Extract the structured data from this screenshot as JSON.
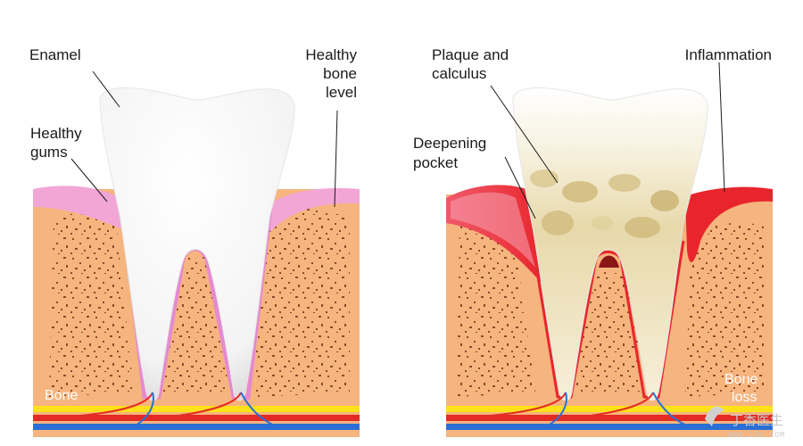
{
  "healthy": {
    "enamel": "Enamel",
    "healthy_gums_line1": "Healthy",
    "healthy_gums_line2": "gums",
    "healthy_bone_line1": "Healthy",
    "healthy_bone_line2": "bone",
    "healthy_bone_line3": "level",
    "bone": "Bone"
  },
  "diseased": {
    "plaque_line1": "Plaque and",
    "plaque_line2": "calculus",
    "deepening_line1": "Deepening",
    "deepening_line2": "pocket",
    "inflammation": "Inflammation",
    "bone_loss_line1": "Bone",
    "bone_loss_line2": "loss"
  },
  "watermark": {
    "text": "丁香医生",
    "url": "WWW.DXY.COM"
  },
  "colors": {
    "bone": "#f6b47e",
    "bone_pore": "#8a3a1e",
    "gum_healthy": "#f2a6d6",
    "gum_inflamed": "#e8252c",
    "tooth": "#ffffff",
    "tooth_stained": "#f1e9cc",
    "nerve_yellow": "#fde21a",
    "artery_red": "#e32b24",
    "vein_blue": "#2a6fd6"
  }
}
